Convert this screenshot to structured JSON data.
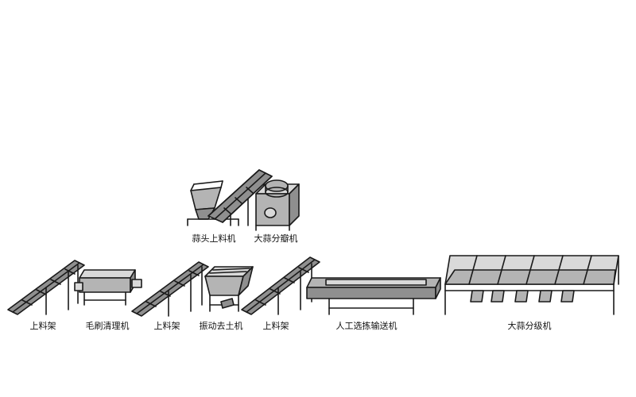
{
  "diagram": {
    "colors": {
      "stroke": "#1a1a1a",
      "fill_dark": "#8f8f8f",
      "fill_mid": "#b4b4b4",
      "fill_light": "#d9d9d9",
      "background": "#ffffff"
    },
    "labels": {
      "garlic_loader": "蒜头上料机",
      "garlic_splitter": "大蒜分瓣机",
      "loading_rack_1": "上料架",
      "brush_cleaner": "毛刷清理机",
      "loading_rack_2": "上料架",
      "vibrating_soil_remover": "振动去土机",
      "loading_rack_3": "上料架",
      "manual_sorting_conveyor": "人工选拣输送机",
      "garlic_grader": "大蒜分级机"
    }
  }
}
